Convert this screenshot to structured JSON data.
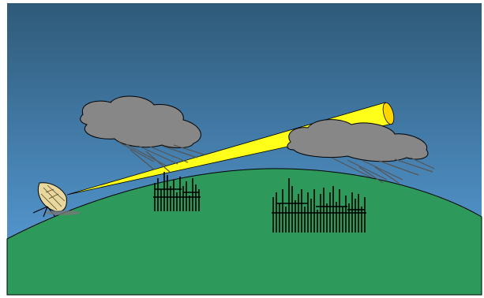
{
  "scene": {
    "sky_top_color": "#2f5a78",
    "sky_bottom_color": "#5aa2e0",
    "hill_color": "#2d9a5c",
    "beam_color": "#ffff1a",
    "cloud_color": "#878787",
    "rain_color": "#555555"
  },
  "elements": [
    "satellite-dish",
    "signal-beam",
    "storm-cloud-left",
    "storm-cloud-right",
    "city-left",
    "city-right",
    "green-hill"
  ]
}
